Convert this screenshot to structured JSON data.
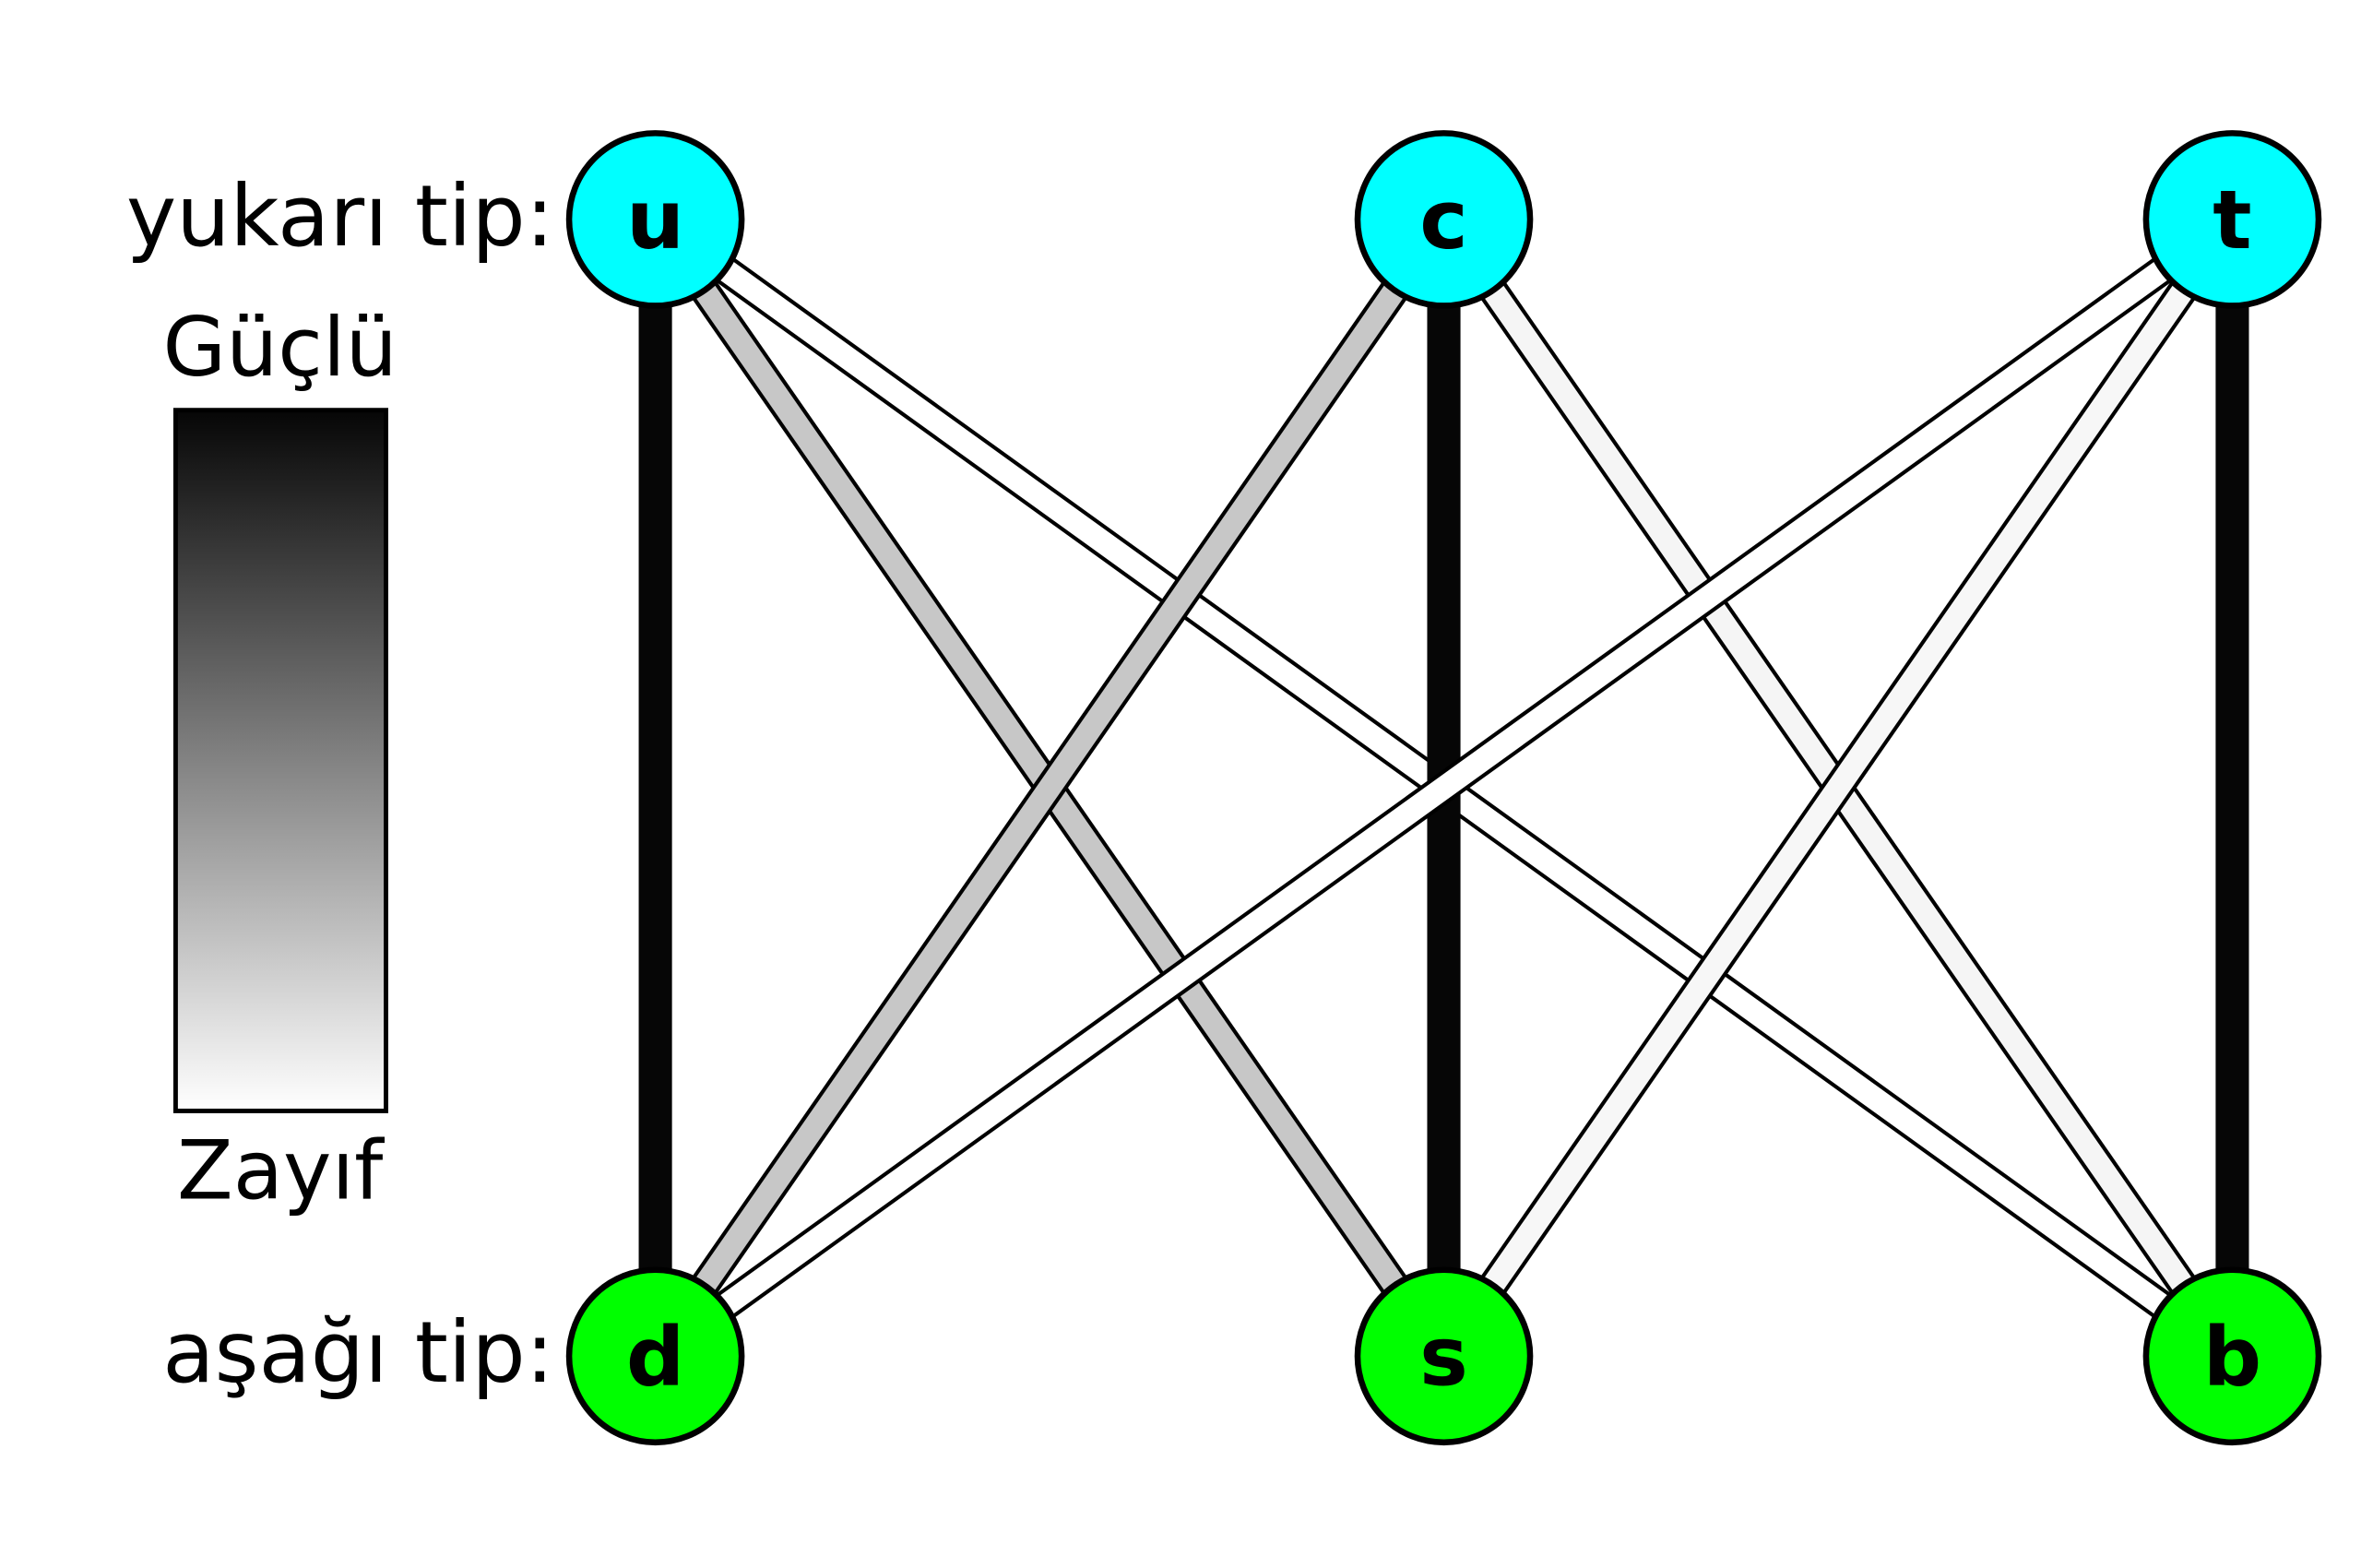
{
  "rows": {
    "top_label": "yukarı tip:",
    "bottom_label": "aşağı tip:"
  },
  "legend": {
    "strong_label": "Güçlü",
    "weak_label": "Zayıf"
  },
  "colors": {
    "top_node": "#00ffff",
    "bottom_node": "#00ff00",
    "strong": "#000000",
    "weak": "#ffffff"
  },
  "nodes": {
    "top": [
      {
        "id": "u",
        "label": "u"
      },
      {
        "id": "c",
        "label": "c"
      },
      {
        "id": "t",
        "label": "t"
      }
    ],
    "bottom": [
      {
        "id": "d",
        "label": "d"
      },
      {
        "id": "s",
        "label": "s"
      },
      {
        "id": "b",
        "label": "b"
      }
    ]
  },
  "edges": [
    {
      "from": "u",
      "to": "d",
      "strength": 1.0
    },
    {
      "from": "u",
      "to": "s",
      "strength": 0.22
    },
    {
      "from": "u",
      "to": "b",
      "strength": 0.0
    },
    {
      "from": "c",
      "to": "d",
      "strength": 0.22
    },
    {
      "from": "c",
      "to": "s",
      "strength": 1.0
    },
    {
      "from": "c",
      "to": "b",
      "strength": 0.04
    },
    {
      "from": "t",
      "to": "d",
      "strength": 0.0
    },
    {
      "from": "t",
      "to": "s",
      "strength": 0.03
    },
    {
      "from": "t",
      "to": "b",
      "strength": 1.0
    }
  ]
}
